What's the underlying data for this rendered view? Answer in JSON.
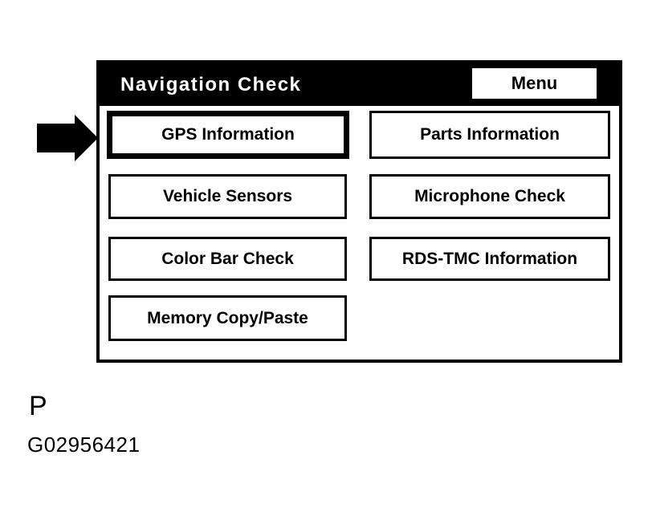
{
  "screen": {
    "title": "Navigation Check",
    "menu_button_label": "Menu",
    "buttons": [
      {
        "label": "GPS Information",
        "selected": true
      },
      {
        "label": "Parts Information",
        "selected": false
      },
      {
        "label": "Vehicle Sensors",
        "selected": false
      },
      {
        "label": "Microphone Check",
        "selected": false
      },
      {
        "label": "Color Bar Check",
        "selected": false
      },
      {
        "label": "RDS-TMC Information",
        "selected": false
      },
      {
        "label": "Memory Copy/Paste",
        "selected": false
      }
    ]
  },
  "annotations": {
    "pointer_arrow": "arrow-right-icon pointing at GPS Information button",
    "figure_letter": "P",
    "figure_code": "G02956421"
  },
  "colors": {
    "page_bg": "#ffffff",
    "titlebar_bg": "#000000",
    "titlebar_text": "#ffffff",
    "button_border": "#000000",
    "button_text": "#000000"
  }
}
